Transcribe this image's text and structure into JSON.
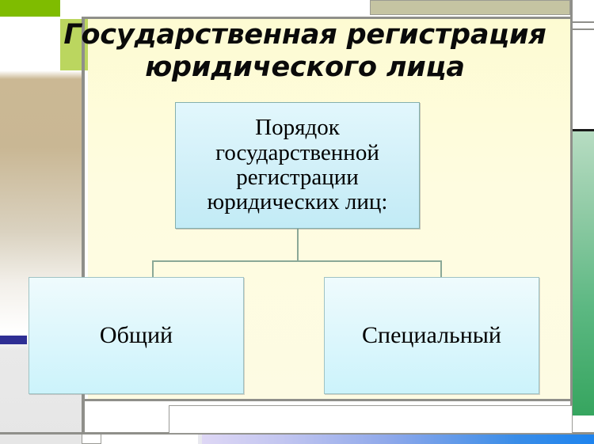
{
  "slide": {
    "title_line1": "Государственная регистрация",
    "title_line2": "юридического лица"
  },
  "diagram": {
    "root": {
      "text": "Порядок государственной регистрации юридических лиц:",
      "lines": [
        "Порядок",
        "государственной",
        "регистрации",
        "юридических лиц:"
      ]
    },
    "branches": [
      {
        "label": "Общий"
      },
      {
        "label": "Специальный"
      }
    ]
  },
  "theme": {
    "panel_background": "#fdfbd8",
    "node_fill": "#cfeff8",
    "node_border": "#7fa8a6",
    "accent_green": "#7fbc00",
    "accent_green_soft": "#bbd65f",
    "accent_khaki": "#c5c4a2",
    "accent_blue_tab": "#2e2e94",
    "strip_green_start": "#b7dcc2",
    "strip_green_end": "#36a55f",
    "bottom_bar_start": "#ded7f5",
    "bottom_bar_end": "#1e84ee",
    "title_color": "#0a0a0a",
    "frame_line": "#8f8f8a"
  }
}
